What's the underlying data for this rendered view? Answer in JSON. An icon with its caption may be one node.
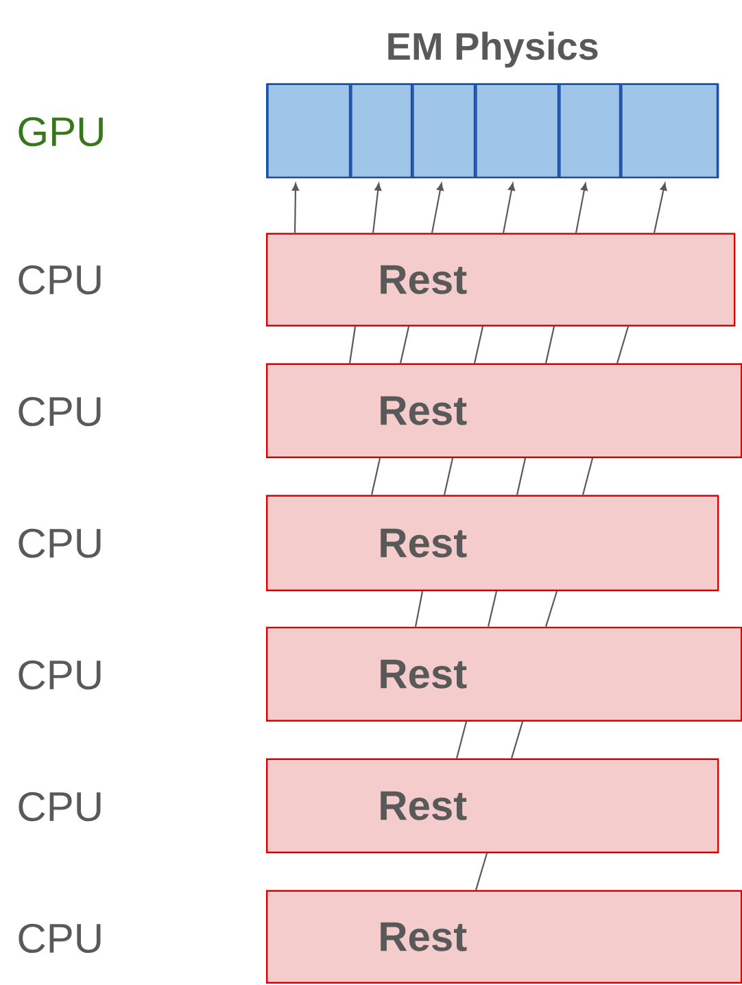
{
  "diagram": {
    "nodes": [
      {
        "text": [
          "EM Physics"
        ]
      },
      {
        "text": [],
        "shape": "box",
        "in": 0
      },
      {
        "text": [],
        "shape": "box",
        "in": 0
      },
      {
        "text": [],
        "shape": "box",
        "in": 0
      },
      {
        "text": [],
        "shape": "box",
        "in": 0
      },
      {
        "text": [],
        "shape": "box",
        "in": 0
      },
      {
        "text": [],
        "shape": "box",
        "in": 0
      },
      {
        "text": [
          "Rest"
        ]
      },
      {
        "text": [
          "Rest"
        ]
      },
      {
        "text": [
          "Rest"
        ]
      },
      {
        "text": [
          "Rest"
        ]
      },
      {
        "text": [
          "Rest"
        ]
      },
      {
        "text": [
          "Rest"
        ]
      }
    ],
    "edges": [
      {
        "from": 7,
        "to": 1,
        "arrow": "to"
      },
      {
        "from": 7,
        "to": 2,
        "arrow": "to"
      },
      {
        "from": 7,
        "to": 3,
        "arrow": "to"
      },
      {
        "from": 7,
        "to": 4,
        "arrow": "to"
      },
      {
        "from": 7,
        "to": 5,
        "arrow": "to"
      },
      {
        "from": 7,
        "to": 6,
        "arrow": "to"
      },
      {
        "from": 8,
        "to": 7,
        "arrow": "none"
      },
      {
        "from": 8,
        "to": 7,
        "arrow": "none"
      },
      {
        "from": 8,
        "to": 7,
        "arrow": "none"
      },
      {
        "from": 8,
        "to": 7,
        "arrow": "none"
      },
      {
        "from": 8,
        "to": 7,
        "arrow": "none"
      },
      {
        "from": 9,
        "to": 8,
        "arrow": "none"
      },
      {
        "from": 9,
        "to": 8,
        "arrow": "none"
      },
      {
        "from": 9,
        "to": 8,
        "arrow": "none"
      },
      {
        "from": 9,
        "to": 8,
        "arrow": "none"
      },
      {
        "from": 10,
        "to": 9,
        "arrow": "none"
      },
      {
        "from": 10,
        "to": 9,
        "arrow": "none"
      },
      {
        "from": 10,
        "to": 9,
        "arrow": "none"
      },
      {
        "from": 11,
        "to": 10,
        "arrow": "none"
      },
      {
        "from": 11,
        "to": 10,
        "arrow": "none"
      },
      {
        "from": 12,
        "to": 11,
        "arrow": "none"
      }
    ],
    "labels": [
      "GPU",
      "CPU",
      "CPU",
      "CPU",
      "CPU",
      "CPU",
      "CPU"
    ]
  }
}
